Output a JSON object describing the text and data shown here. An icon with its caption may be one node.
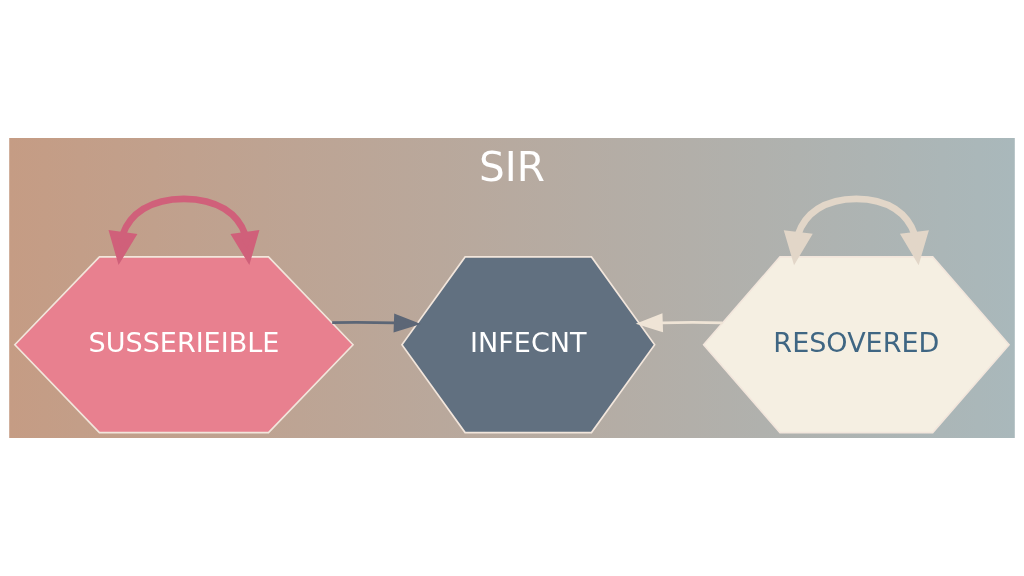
{
  "diagram": {
    "title": "SIR",
    "nodes": [
      {
        "text": [
          "SUSSERIEIBLE"
        ]
      },
      {
        "text": [
          "INFECNT"
        ]
      },
      {
        "text": [
          "RESOVERED"
        ]
      }
    ],
    "edges": [
      {
        "from": 0,
        "to": 0,
        "arrow": "both",
        "style": "thick",
        "color": "#d0607a"
      },
      {
        "from": 2,
        "to": 1,
        "arrow": "to",
        "color": "#efe4d6"
      },
      {
        "from": 0,
        "to": 1,
        "arrow": "to",
        "color": "#5c6676"
      },
      {
        "from": 2,
        "to": 2,
        "arrow": "both",
        "style": "thick",
        "color": "#e2d6c8"
      }
    ]
  }
}
